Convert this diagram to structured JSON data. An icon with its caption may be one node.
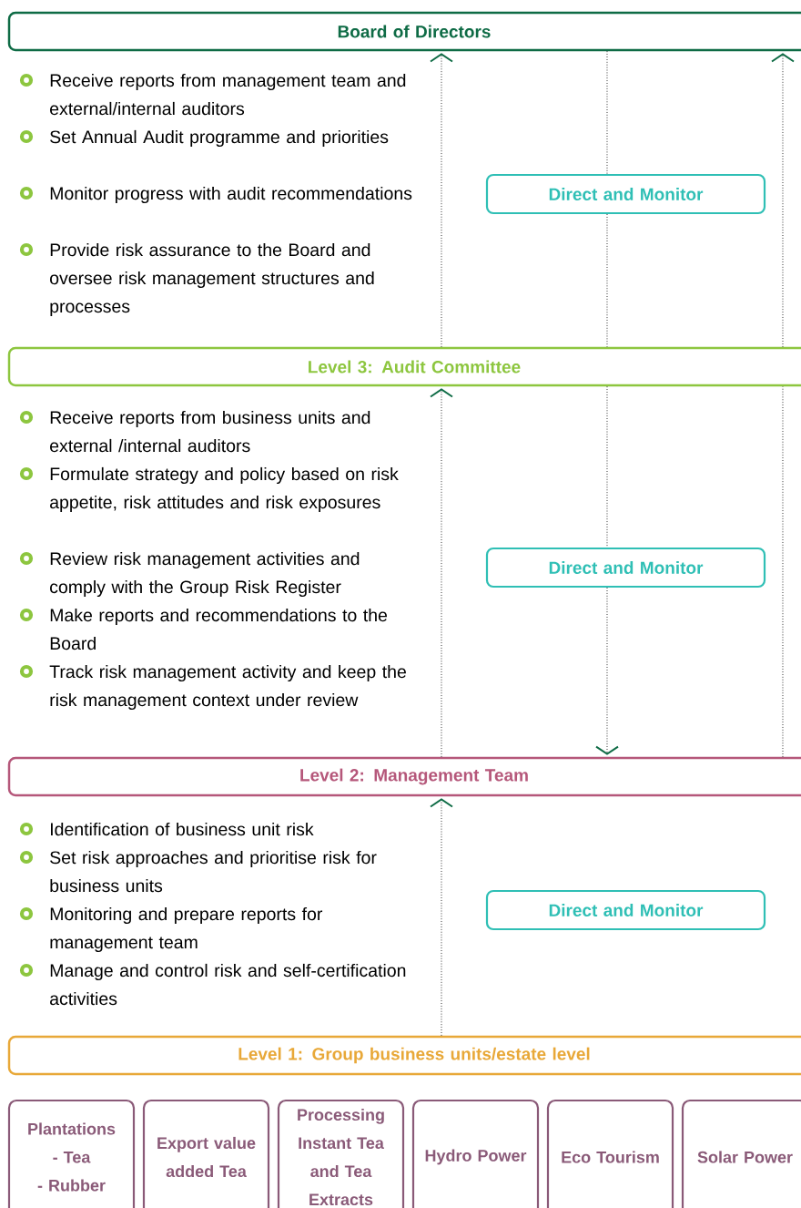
{
  "diagram": {
    "nodes": [
      {
        "text": [
          "Board of Directors"
        ]
      },
      {
        "text": [
          "Level 3: Audit Committee"
        ]
      },
      {
        "text": [
          "Level 2: Management Team"
        ]
      },
      {
        "text": [
          "Level 1: Group business units/estate level"
        ]
      },
      {
        "text": [
          "Direct and Monitor"
        ]
      },
      {
        "text": [
          "Direct and Monitor"
        ]
      },
      {
        "text": [
          "Direct and Monitor"
        ]
      },
      {
        "text": [
          "Plantations",
          "- Tea",
          "- Rubber"
        ]
      },
      {
        "text": [
          "Export value added Tea"
        ]
      },
      {
        "text": [
          "Processing Instant Tea and Tea Extracts"
        ]
      },
      {
        "text": [
          "Hydro Power"
        ]
      },
      {
        "text": [
          "Eco Tourism"
        ]
      },
      {
        "text": [
          "Solar Power"
        ]
      }
    ],
    "edges": [
      {
        "from": 1,
        "to": 0,
        "arrow": "to"
      },
      {
        "from": 0,
        "to": 4,
        "arrow": "none"
      },
      {
        "from": 4,
        "to": 1,
        "arrow": "none"
      },
      {
        "from": 1,
        "to": 0,
        "arrow": "to"
      },
      {
        "from": 2,
        "to": 1,
        "arrow": "to"
      },
      {
        "from": 1,
        "to": 5,
        "arrow": "none"
      },
      {
        "from": 5,
        "to": 2,
        "arrow": "to"
      },
      {
        "from": 2,
        "to": 1,
        "arrow": "none"
      },
      {
        "from": 3,
        "to": 2,
        "arrow": "to"
      }
    ],
    "labels": [
      "Receive reports from management team and external/internal auditors",
      "Set Annual Audit programme and priorities",
      "Monitor progress with audit recommendations",
      "Provide risk assurance to the Board and oversee risk management structures and processes",
      "Receive reports from business units and external /internal auditors",
      "Formulate strategy and policy based on risk appetite, risk attitudes and risk exposures",
      "Review risk management activities and comply with the Group Risk Register",
      "Make reports and recommendations to the Board",
      "Track risk management activity and keep the risk management context under review",
      "Identification of business unit risk",
      "Set risk approaches and prioritise risk for business units",
      "Monitoring and prepare reports for management team",
      "Manage and control risk and self-certification activities"
    ]
  }
}
